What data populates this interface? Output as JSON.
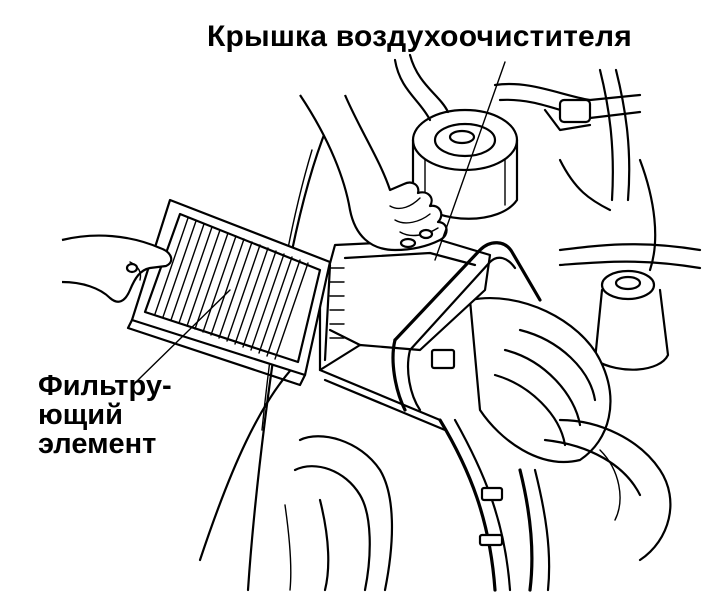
{
  "labels": {
    "air_cleaner_cover": "Крышка воздухоочистителя",
    "filter_element_line1": "Фильтру-",
    "filter_element_line2": "ющий",
    "filter_element_line3": "элемент"
  },
  "colors": {
    "ink": "#000000",
    "paper": "#ffffff"
  }
}
